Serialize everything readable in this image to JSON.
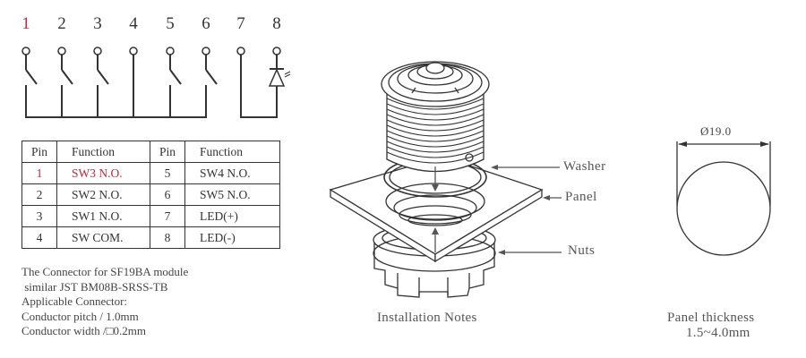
{
  "schematic": {
    "pins": [
      {
        "number": "1",
        "type": "switch",
        "highlight": true
      },
      {
        "number": "2",
        "type": "switch",
        "highlight": false
      },
      {
        "number": "3",
        "type": "switch",
        "highlight": false
      },
      {
        "number": "4",
        "type": "common",
        "highlight": false
      },
      {
        "number": "5",
        "type": "switch",
        "highlight": false
      },
      {
        "number": "6",
        "type": "switch",
        "highlight": false
      },
      {
        "number": "7",
        "type": "led-anode",
        "highlight": false
      },
      {
        "number": "8",
        "type": "led-cathode",
        "highlight": false
      }
    ],
    "highlight_color": "#c0283c"
  },
  "pin_table": {
    "headers": [
      "Pin",
      "Function",
      "Pin",
      "Function"
    ],
    "rows": [
      {
        "pin_a": "1",
        "func_a": "SW3 N.O.",
        "pin_b": "5",
        "func_b": "SW4 N.O.",
        "highlight": true
      },
      {
        "pin_a": "2",
        "func_a": "SW2 N.O.",
        "pin_b": "6",
        "func_b": "SW5 N.O.",
        "highlight": false
      },
      {
        "pin_a": "3",
        "func_a": "SW1 N.O.",
        "pin_b": "7",
        "func_b": "LED(+)",
        "highlight": false
      },
      {
        "pin_a": "4",
        "func_a": "SW COM.",
        "pin_b": "8",
        "func_b": "LED(-)",
        "highlight": false
      }
    ]
  },
  "connector_note": {
    "lines": [
      "The Connector for SF19BA module",
      " similar JST BM08B-SRSS-TB",
      "Applicable Connector:",
      "Conductor pitch / 1.0mm",
      "Conductor width /□0.2mm"
    ]
  },
  "installation": {
    "callouts": {
      "washer": "Washer",
      "panel": "Panel",
      "nuts": "Nuts"
    },
    "caption": "Installation Notes"
  },
  "panel_cutout": {
    "diameter_label": "Ø19.0",
    "caption_line1": "Panel thickness",
    "caption_line2": "1.5~4.0mm"
  }
}
